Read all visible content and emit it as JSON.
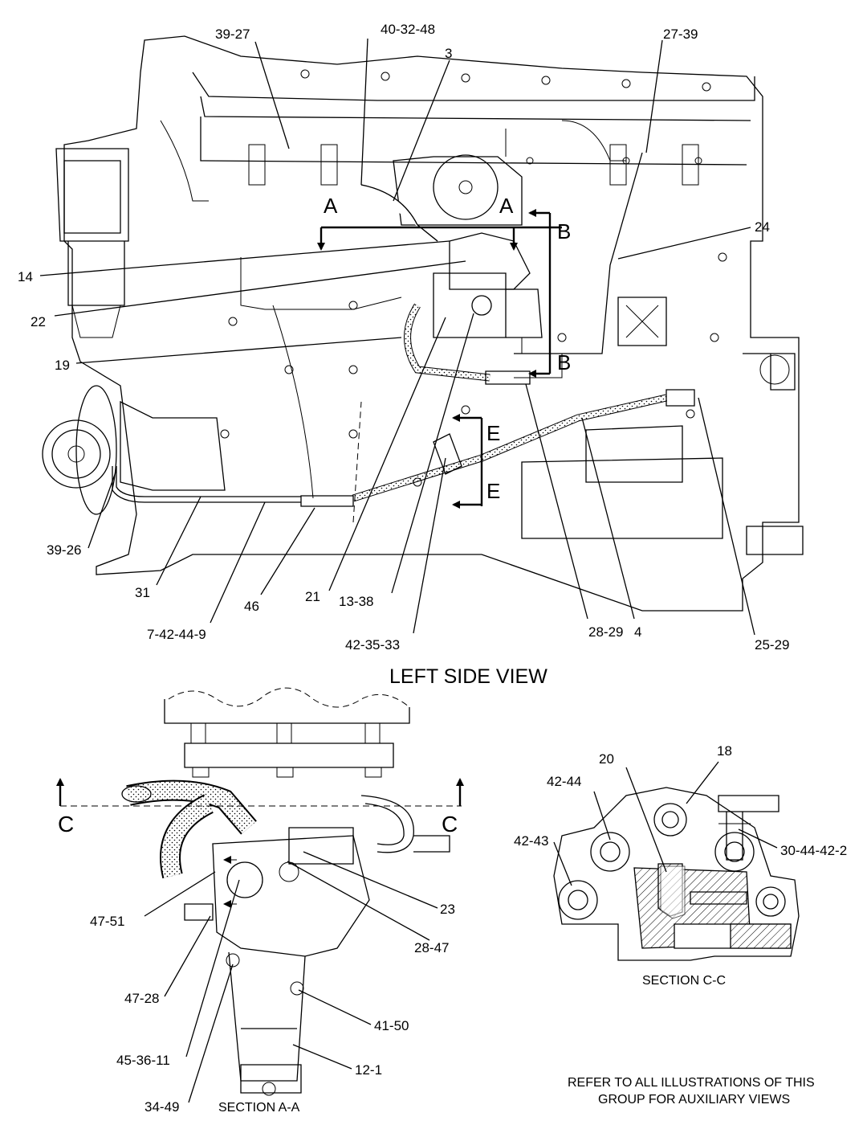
{
  "left_view": {
    "title": "LEFT SIDE VIEW",
    "callouts": {
      "c_39_27": "39-27",
      "c_40_32_48": "40-32-48",
      "c_3": "3",
      "c_27_39": "27-39",
      "c_24": "24",
      "c_14": "14",
      "c_22": "22",
      "c_19": "19",
      "c_39_26": "39-26",
      "c_31": "31",
      "c_7_42_44_9": "7-42-44-9",
      "c_46": "46",
      "c_21": "21",
      "c_13_38": "13-38",
      "c_42_35_33": "42-35-33",
      "c_28_29": "28-29",
      "c_4": "4",
      "c_25_29": "25-29"
    },
    "section_marks": {
      "a_left": "A",
      "a_right": "A",
      "b_top": "B",
      "b_bottom": "B",
      "e_top": "E",
      "e_bottom": "E"
    }
  },
  "section_aa": {
    "title": "SECTION A-A",
    "cut_left": "C",
    "cut_right": "C",
    "callouts": {
      "c_23": "23",
      "c_47_51": "47-51",
      "c_28_47": "28-47",
      "c_47_28": "47-28",
      "c_41_50": "41-50",
      "c_45_36_11": "45-36-11",
      "c_12_1": "12-1",
      "c_34_49": "34-49"
    }
  },
  "section_cc": {
    "title": "SECTION C-C",
    "callouts": {
      "c_18": "18",
      "c_20": "20",
      "c_42_44": "42-44",
      "c_42_43": "42-43",
      "c_30_44_42_2": "30-44-42-2"
    }
  },
  "note": {
    "line1": "REFER TO ALL ILLUSTRATIONS OF THIS",
    "line2": "GROUP FOR AUXILIARY VIEWS"
  }
}
